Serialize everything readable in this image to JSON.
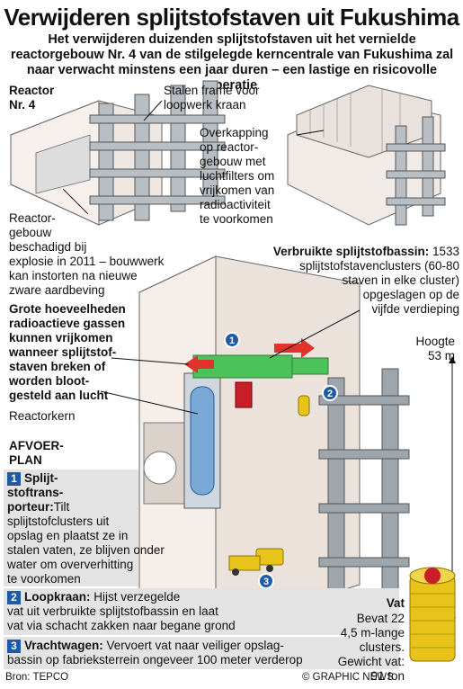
{
  "title": "Verwijderen splijtstofstaven uit Fukushima",
  "subtitle": "Het verwijderen duizenden splijtstofstaven uit het vernielde reactorgebouw Nr. 4 van de stilgelegde kerncentrale van Fukushima zal naar verwacht minstens een jaar duren  – een lastige en risicovolle operatie",
  "labels": {
    "reactor": "Reactor\nNr. 4",
    "steel_frame": "Stalen frame voor\nloopwerk kraan",
    "roofing": "Overkapping\nop reactor-\ngebouw met\nluchtfilters om\nvrijkomen van\nradioactiviteit\nte voorkomen",
    "building_damaged": "Reactor-\ngebouw\nbeschadigd bij\nexplosie in 2011 – bouwwerk\nkan instorten na nieuwe\nzware aardbeving",
    "pool_title": "Verbruikte splijtstofbassin:",
    "pool_text": " 1533\nsplijtstofstavenclusters (60-80\nstaven in elke cluster)\nopgeslagen op de\nvijfde verdieping",
    "gases": "Grote hoeveelheden\nradioactieve gassen\nkunnen vrijkomen\nwanneer splijtstof-\nstaven breken of\nworden bloot-\ngesteld aan lucht",
    "height": "Hoogte\n53 m",
    "core": "Reactorkern",
    "plan": "AFVOER-\nPLAN",
    "watermark": "GRAPHIC NEWS"
  },
  "steps": [
    {
      "num": "1",
      "title": "Splijt-\nstoftrans-\nporteur:",
      "text": "Tilt\nsplijtstofclusters uit\nopslag en plaatst ze in\nstalen vaten, ze blijven onder\nwater om oververhitting\nte voorkomen"
    },
    {
      "num": "2",
      "title": "Loopkraan:",
      "text": " Hijst verzegelde\nvat uit verbruikte splijtstofbassin en laat\nvat via schacht zakken naar begane grond"
    },
    {
      "num": "3",
      "title": "Vrachtwagen:",
      "text": " Vervoert vat naar veiliger opslag-\nbassin op fabrieksterrein ongeveer 100 meter verderop"
    }
  ],
  "cask": {
    "title": "Vat",
    "text": "Bevat 22\n4,5 m-lange\nclusters.\nGewicht vat:\n91 ton"
  },
  "footer": {
    "source": "Bron: TEPCO",
    "credit": "© GRAPHIC NEWS"
  },
  "colors": {
    "accent_blue": "#1f5aa6",
    "pool_green": "#4cc35a",
    "arrow_red": "#e0332b",
    "cask_yellow": "#e8c41b",
    "steel_grey": "#9ea6ad",
    "building_pink": "#e9dcd6"
  }
}
